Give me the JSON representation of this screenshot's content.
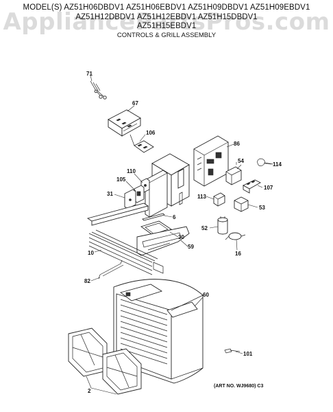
{
  "header": {
    "models_line1": "MODEL(S) AZ51H06DBDV1  AZ51H06EBDV1  AZ51H09DBDV1  AZ51H09EBDV1",
    "models_line2": "AZ51H12DBDV1  AZ51H12EBDV1  AZ51H15DBDV1",
    "models_line3": "AZ51H15EBDV1",
    "subtitle": "CONTROLS & GRILL ASSEMBLY"
  },
  "watermark": "AppliancePartsPros.com",
  "art_number": "(ART NO. WJ9680)  C3",
  "callouts": {
    "c71": "71",
    "c67": "67",
    "c106": "106",
    "c86": "86",
    "c54": "54",
    "c114": "114",
    "c110": "110",
    "c105": "105",
    "c107": "107",
    "c31": "31",
    "c113": "113",
    "c53": "53",
    "c6": "6",
    "c52": "52",
    "c30": "30",
    "c59": "59",
    "c16": "16",
    "c10": "10",
    "c82": "82",
    "c60": "60",
    "c101": "101",
    "c2": "2"
  }
}
